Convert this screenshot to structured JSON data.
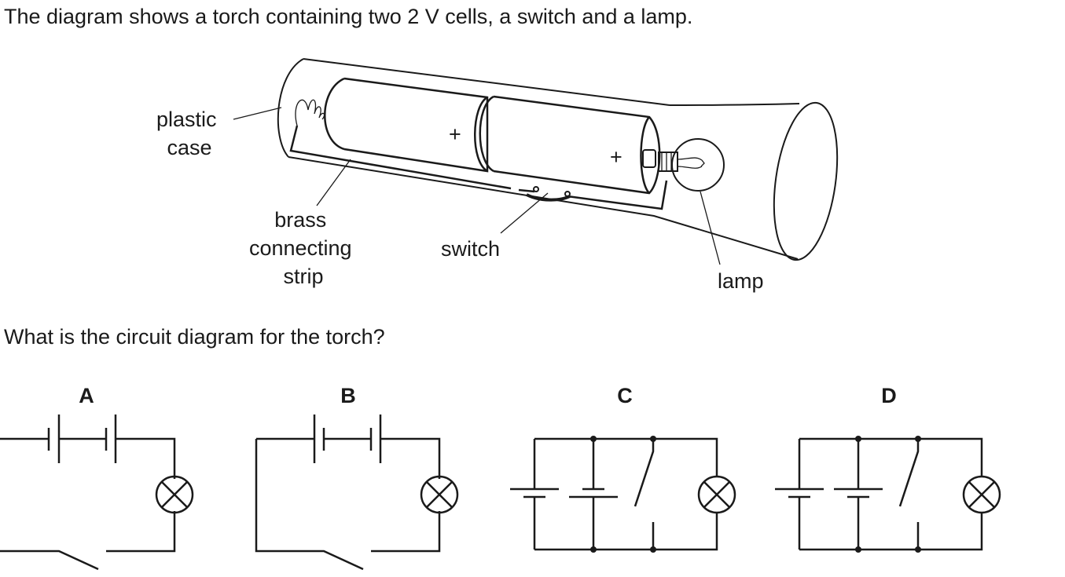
{
  "intro": "The diagram shows a torch containing two 2 V cells, a switch and a lamp.",
  "question": "What is the circuit diagram for the torch?",
  "torch_labels": {
    "plastic_case": [
      "plastic",
      "case"
    ],
    "brass_strip": [
      "brass",
      "connecting",
      "strip"
    ],
    "switch": "switch",
    "lamp": "lamp",
    "plus": "+"
  },
  "options": [
    "A",
    "B",
    "C",
    "D"
  ]
}
